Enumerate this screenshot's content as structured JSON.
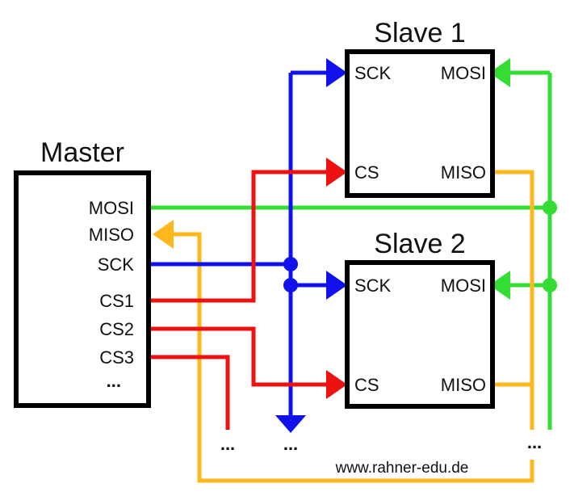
{
  "master": {
    "title": "Master",
    "pins": [
      "MOSI",
      "MISO",
      "SCK",
      "CS1",
      "CS2",
      "CS3",
      "..."
    ]
  },
  "slave1": {
    "title": "Slave 1",
    "left_pins": [
      "SCK",
      "CS"
    ],
    "right_pins": [
      "MOSI",
      "MISO"
    ]
  },
  "slave2": {
    "title": "Slave 2",
    "left_pins": [
      "SCK",
      "CS"
    ],
    "right_pins": [
      "MOSI",
      "MISO"
    ]
  },
  "continuations": {
    "cs3": "...",
    "sck": "...",
    "bus": "..."
  },
  "credit": "www.rahner-edu.de",
  "colors": {
    "mosi": "#33dd33",
    "miso": "#ffb81c",
    "sck": "#1111ee",
    "cs": "#ee1111",
    "box": "#000000"
  }
}
